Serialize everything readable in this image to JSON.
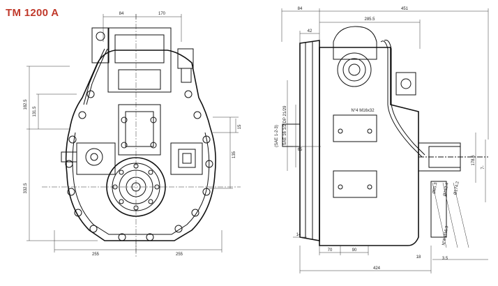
{
  "title": "TM 1200 A",
  "accent_color": "#c0392b",
  "front_view": {
    "dims": {
      "top_left": "84",
      "top_right": "170",
      "left_upper": "182.5",
      "left_inner": "131.5",
      "left_lower": "332.5",
      "right_small": "15",
      "right_mid": "135",
      "bottom_left": "255",
      "bottom_right": "255"
    }
  },
  "side_view": {
    "dims": {
      "top_offset": "84",
      "top_total": "451",
      "top_width": "285.5",
      "flange": "42",
      "sae": "SAE 16 1/2 DP 21/29",
      "sae_housing": "(SAE 1-2-3)",
      "m16_note": "N°4 M16x32",
      "shaft_offset": "65",
      "bottom_small": "14",
      "bottom_a": "70",
      "bottom_b": "90",
      "bottom_total": "424",
      "right_tall": "178.6",
      "right_edge": "7-",
      "d1": "Ø85.3",
      "d2": "Ø152.4",
      "d3": "Ø174.2",
      "holes": "N°8 Ø16.3",
      "small_a": "18",
      "small_b": "3.5"
    }
  }
}
